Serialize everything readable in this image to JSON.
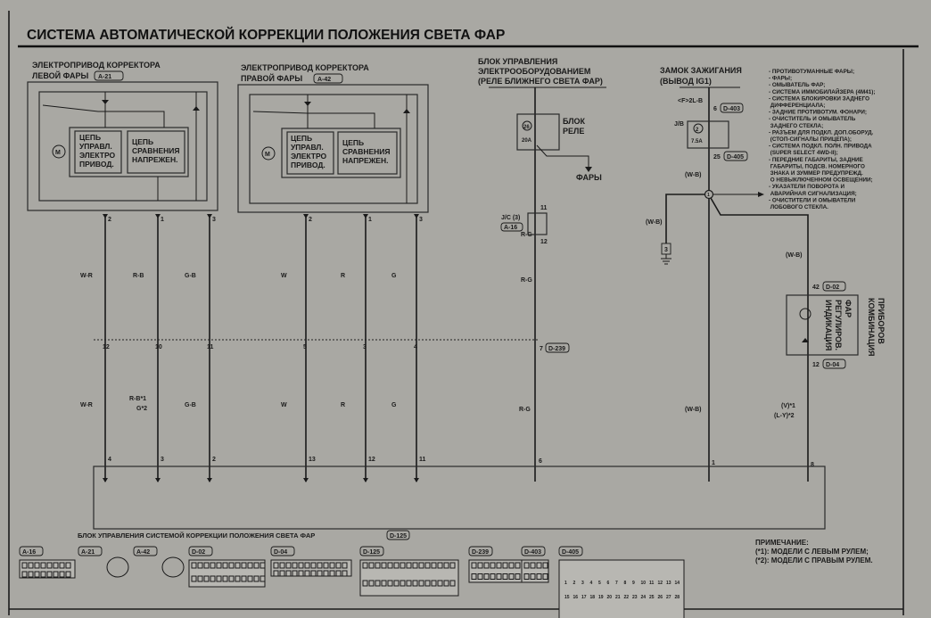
{
  "title": "СИСТЕМА АВТОМАТИЧЕСКОЙ КОРРЕКЦИИ ПОЛОЖЕНИЯ СВЕТА ФАР",
  "left_actuator": {
    "label_1": "ЭЛЕКТРОПРИВОД КОРРЕКТОРА",
    "label_2": "ЛЕВОЙ ФАРЫ",
    "connector": "A-21",
    "control_circuit": [
      "ЦЕПЬ",
      "УПРАВЛ.",
      "ЭЛЕКТРО",
      "ПРИВОД."
    ],
    "compare_circuit": [
      "ЦЕПЬ",
      "СРАВНЕНИЯ",
      "НАПРЕЖЕН."
    ],
    "motor": "M",
    "wires": [
      {
        "pin": "2",
        "color_top": "W-R",
        "mid_pin": "12",
        "color_bottom": "W-R",
        "ecu_pin": "4"
      },
      {
        "pin": "1",
        "color_top": "R-B",
        "mid_pin": "10",
        "color_bottom_1": "R-B*1",
        "color_bottom_2": "G*2",
        "ecu_pin": "3"
      },
      {
        "pin": "3",
        "color_top": "G-B",
        "mid_pin": "11",
        "color_bottom": "G-B",
        "ecu_pin": "2"
      }
    ]
  },
  "right_actuator": {
    "label_1": "ЭЛЕКТРОПРИВОД КОРРЕКТОРА",
    "label_2": "ПРАВОЙ ФАРЫ",
    "connector": "A-42",
    "control_circuit": [
      "ЦЕПЬ",
      "УПРАВЛ.",
      "ЭЛЕКТРО",
      "ПРИВОД."
    ],
    "compare_circuit": [
      "ЦЕПЬ",
      "СРАВНЕНИЯ",
      "НАПРЕЖЕН."
    ],
    "motor": "M",
    "wires": [
      {
        "pin": "2",
        "color_top": "W",
        "mid_pin": "5",
        "color_bottom": "W",
        "ecu_pin": "13"
      },
      {
        "pin": "1",
        "color_top": "R",
        "mid_pin": "3",
        "color_bottom": "R",
        "ecu_pin": "12"
      },
      {
        "pin": "3",
        "color_top": "G",
        "mid_pin": "4",
        "color_bottom": "G",
        "ecu_pin": "11"
      }
    ]
  },
  "relay": {
    "label_1": "БЛОК УПРАВЛЕНИЯ",
    "label_2": "ЭЛЕКТРООБОРУДОВАНИЕМ",
    "label_3": "(РЕЛЕ БЛИЖНЕГО СВЕТА ФАР)",
    "fuse_no": "26",
    "fuse_rating": "20A",
    "block_label_1": "БЛОК",
    "block_label_2": "РЕЛЕ",
    "output": "ФАРЫ",
    "wire_1": "R-G",
    "jc_pin_in": "11",
    "jc_label": "J/C (3)",
    "jc_connector": "A-16",
    "jc_pin_out": "12",
    "wire_2": "R-G",
    "mid_pin": "7",
    "mid_connector": "D-239",
    "wire_3": "R-G",
    "ecu_pin": "6"
  },
  "ignition": {
    "label_1": "ЗАМОК ЗАЖИГАНИЯ",
    "label_2": "(ВЫВОД IG1)",
    "wire_top": "<F>2L-B",
    "pin_top": "6",
    "connector_top": "D-403",
    "jb": "J/B",
    "fuse_no": "2",
    "fuse_rating": "7.5A",
    "pin_bottom": "25",
    "connector_bottom": "D-405",
    "wire_1": "(W-B)",
    "junction": "1",
    "wire_ground_branch": "(W-B)",
    "ground_label": "3",
    "wire_2": "(W-B)",
    "ecu_pin": "1",
    "other_systems": [
      "- ПРОТИВОТУМАННЫЕ ФАРЫ;",
      "- ФАРЫ;",
      "- ОМЫВАТЕЛЬ ФАР;",
      "- СИСТЕМА ИММОБИЛАЙЗЕРА (4M41);",
      "- СИСТЕМА БЛОКИРОВКИ ЗАДНЕГО",
      "  ДИФФЕРЕНЦИАЛА;",
      "- ЗАДНИЕ ПРОТИВОТУМ. ФОНАРИ;",
      "- ОЧИСТИТЕЛЬ И ОМЫВАТЕЛЬ",
      "  ЗАДНЕГО СТЕКЛА;",
      "- РАЗЪЕМ ДЛЯ ПОДКЛ. ДОП.ОБОРУД.",
      "  (СТОП-СИГНАЛЫ ПРИЦЕПА);",
      "- СИСТЕМА ПОДКЛ. ПОЛН. ПРИВОДА",
      "  (SUPER SELECT 4WD-II);",
      "- ПЕРЕДНИЕ ГАБАРИТЫ, ЗАДНИЕ",
      "  ГАБАРИТЫ, ПОДСВ. НОМЕРНОГО",
      "  ЗНАКА И ЗУММЕР ПРЕДУПРЕЖД.",
      "  О НЕВЫКЛЮЧЕННОМ ОСВЕЩЕНИИ;",
      "- УКАЗАТЕЛИ ПОВОРОТА И",
      "  АВАРИЙНАЯ СИГНАЛИЗАЦИЯ;",
      "- ОЧИСТИТЕЛИ И ОМЫВАТЕЛИ",
      "  ЛОБОВОГО СТЕКЛА."
    ]
  },
  "meter": {
    "wire_top": "(W-B)",
    "pin_in": "42",
    "connector_in": "D-02",
    "indicator": [
      "ИНДИКАЦИЯ",
      "РЕГУЛИРОВ.",
      "ФАР"
    ],
    "combo": [
      "КОМБИНАЦИЯ",
      "ПРИБОРОВ"
    ],
    "pin_out": "12",
    "connector_out": "D-04",
    "wire_bottom_1": "(V)*1",
    "wire_bottom_2": "(L-Y)*2",
    "ecu_pin": "8"
  },
  "ecu": {
    "label": "БЛОК УПРАВЛЕНИЯ СИСТЕМОЙ КОРРЕКЦИИ ПОЛОЖЕНИЯ СВЕТА ФАР",
    "connector": "D-125"
  },
  "connectors": [
    "A-16",
    "A-21",
    "A-42",
    "D-02",
    "D-04",
    "D-125",
    "D-239",
    "D-403",
    "D-405"
  ],
  "d405_pins_row1": [
    "1",
    "2",
    "3",
    "4",
    "5",
    "6",
    "7",
    "8",
    "9",
    "10",
    "11",
    "12",
    "13",
    "14"
  ],
  "d405_pins_row2": [
    "15",
    "16",
    "17",
    "18",
    "19",
    "20",
    "21",
    "22",
    "23",
    "24",
    "25",
    "26",
    "27",
    "28"
  ],
  "note": {
    "title": "ПРИМЕЧАНИЕ:",
    "line_1": "(*1): МОДЕЛИ С ЛЕВЫМ РУЛЕМ;",
    "line_2": "(*2): МОДЕЛИ С ПРАВЫМ РУЛЕМ."
  }
}
